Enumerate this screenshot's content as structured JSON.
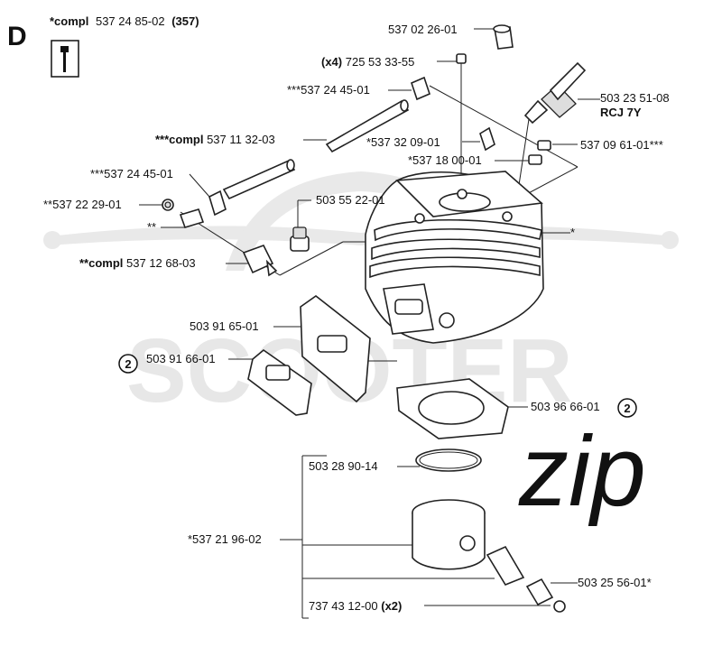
{
  "section_letter": "D",
  "header": {
    "prefix": "*compl",
    "part_no": "537 24 85-02",
    "qty": "(357)"
  },
  "watermark": {
    "text": "SCOOTER",
    "script": "zip"
  },
  "labels": [
    {
      "id": "l1",
      "parts": [
        {
          "t": "537 02 26-01"
        }
      ]
    },
    {
      "id": "l2",
      "parts": [
        {
          "t": "(x4)",
          "b": true
        },
        {
          "t": " 725 53 33-55"
        }
      ]
    },
    {
      "id": "l3",
      "parts": [
        {
          "t": "***537 24 45-01"
        }
      ]
    },
    {
      "id": "l4",
      "parts": [
        {
          "t": "503 23 51-08"
        }
      ]
    },
    {
      "id": "l4b",
      "parts": [
        {
          "t": "RCJ 7Y",
          "b": true
        }
      ]
    },
    {
      "id": "l5",
      "parts": [
        {
          "t": "***compl",
          "b": true
        },
        {
          "t": " 537 11 32-03"
        }
      ]
    },
    {
      "id": "l6",
      "parts": [
        {
          "t": "*537 32 09-01"
        }
      ]
    },
    {
      "id": "l7",
      "parts": [
        {
          "t": "537 09 61-01***"
        }
      ]
    },
    {
      "id": "l8",
      "parts": [
        {
          "t": "*537 18 00-01"
        }
      ]
    },
    {
      "id": "l9",
      "parts": [
        {
          "t": "***537 24 45-01"
        }
      ]
    },
    {
      "id": "l10",
      "parts": [
        {
          "t": "**537 22 29-01"
        }
      ]
    },
    {
      "id": "l11",
      "parts": [
        {
          "t": "503 55 22-01"
        }
      ]
    },
    {
      "id": "l12",
      "parts": [
        {
          "t": "**"
        }
      ]
    },
    {
      "id": "l13",
      "parts": [
        {
          "t": "*"
        }
      ]
    },
    {
      "id": "l14",
      "parts": [
        {
          "t": "**compl",
          "b": true
        },
        {
          "t": " 537 12 68-03"
        }
      ]
    },
    {
      "id": "l15",
      "parts": [
        {
          "t": "503 91 65-01"
        }
      ]
    },
    {
      "id": "l16",
      "parts": [
        {
          "t": "503 91 66-01"
        }
      ]
    },
    {
      "id": "l17",
      "parts": [
        {
          "t": "503 96 66-01"
        }
      ]
    },
    {
      "id": "l18",
      "parts": [
        {
          "t": "503 28 90-14"
        }
      ]
    },
    {
      "id": "l19",
      "parts": [
        {
          "t": "*537 21 96-02"
        }
      ]
    },
    {
      "id": "l20",
      "parts": [
        {
          "t": "503 25 56-01*"
        }
      ]
    },
    {
      "id": "l21",
      "parts": [
        {
          "t": "737 43 12-00"
        },
        {
          "t": " (x2)",
          "b": true
        }
      ]
    }
  ],
  "circled": [
    {
      "id": "c1",
      "text": "2"
    },
    {
      "id": "c2",
      "text": "2"
    }
  ]
}
